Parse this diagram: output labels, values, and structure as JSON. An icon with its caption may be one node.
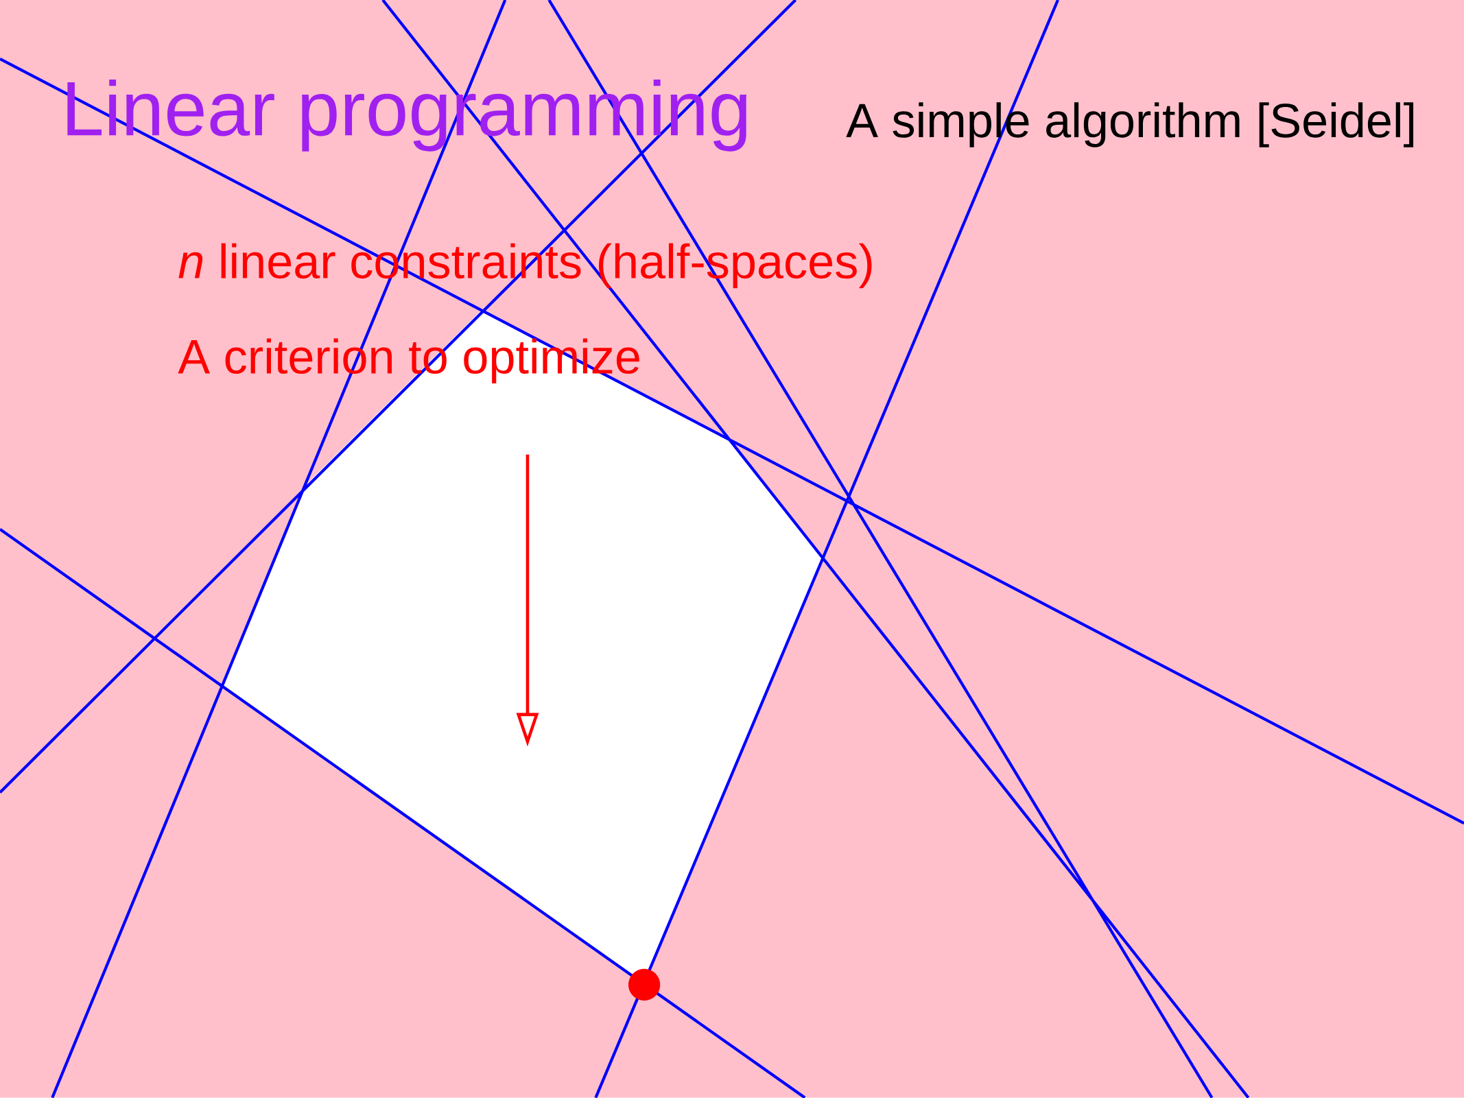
{
  "diagram": {
    "title": "Linear programming",
    "labels": [
      "A simple algorithm [Seidel]",
      "*n* linear constraints (half-spaces)",
      "A criterion to optimize"
    ]
  }
}
